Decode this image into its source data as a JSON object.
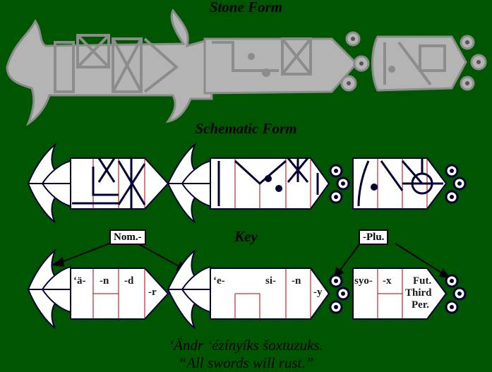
{
  "headings": {
    "stone": "Stone Form",
    "schematic": "Schematic Form",
    "key": "Key"
  },
  "key_labels": {
    "nominative": "Nom.-",
    "plural": "-Plu."
  },
  "key_cells": {
    "glyph1": [
      "‘ä-",
      "-n",
      "-d",
      "-r"
    ],
    "glyph2": [
      "‘e-",
      "si-",
      "-n",
      "-y"
    ],
    "glyph3": [
      "syo-",
      "-x",
      "Fut.",
      "Third",
      "Per."
    ]
  },
  "sentence": "‘Ändr ‘ézínyíks šoxtuzuks.",
  "translation": "“All swords will rust.”",
  "colors": {
    "background": "#005500",
    "stone": "#b4b4b4",
    "stone_shadow": "#8c8c8c",
    "ink": "#000033",
    "cell_border": "#aa0000"
  }
}
